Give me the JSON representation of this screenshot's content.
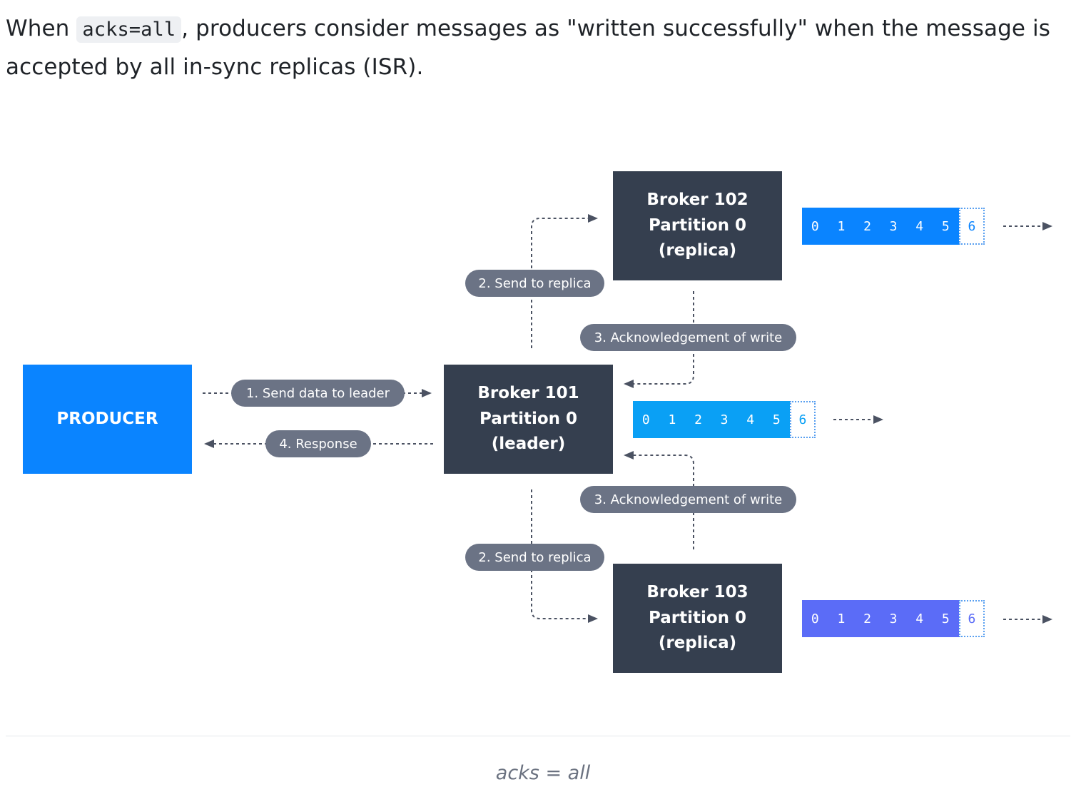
{
  "intro": {
    "before": "When ",
    "code": "acks=all",
    "after": ", producers consider messages as \"written successfully\" when the message is accepted by all in-sync replicas (ISR)."
  },
  "diagram": {
    "producer": {
      "label": "PRODUCER",
      "color": "#0a84ff"
    },
    "broker_color": "#353f4f",
    "brokers": {
      "b102": [
        "Broker 102",
        "Partition 0",
        "(replica)"
      ],
      "b101": [
        "Broker 101",
        "Partition 0",
        "(leader)"
      ],
      "b103": [
        "Broker 103",
        "Partition 0",
        "(replica)"
      ]
    },
    "edges": {
      "send_to_leader": "1. Send data to leader",
      "send_to_replica_top": "2. Send to replica",
      "send_to_replica_bottom": "2. Send to replica",
      "ack_top": "3. Acknowledgement of write",
      "ack_bottom": "3. Acknowledgement of write",
      "response": "4. Response"
    },
    "logs": {
      "b102": {
        "cells": [
          "0",
          "1",
          "2",
          "3",
          "4",
          "5"
        ],
        "pending": "6",
        "color": "#0a84ff"
      },
      "b101": {
        "cells": [
          "0",
          "1",
          "2",
          "3",
          "4",
          "5"
        ],
        "pending": "6",
        "color": "#0aa0f5"
      },
      "b103": {
        "cells": [
          "0",
          "1",
          "2",
          "3",
          "4",
          "5"
        ],
        "pending": "6",
        "color": "#5b6cf7"
      }
    }
  },
  "caption": "acks = all"
}
